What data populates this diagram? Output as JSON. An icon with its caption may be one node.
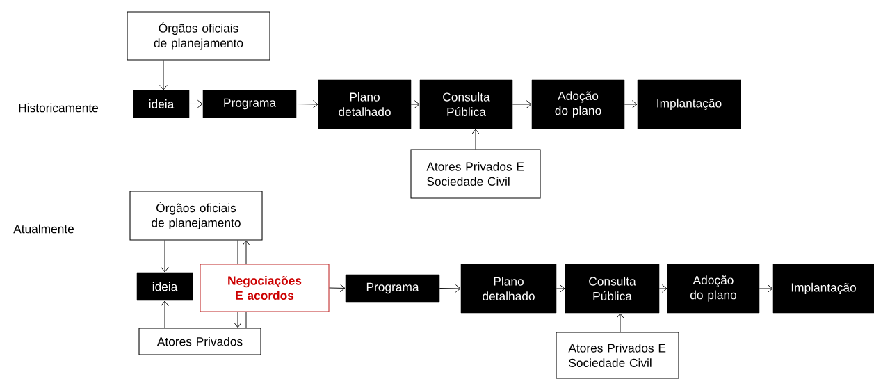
{
  "diagram": {
    "nodes": [
      {
        "text": [
          "Órgãos oficiais de planejamento"
        ]
      },
      {
        "text": [
          "ideia"
        ]
      },
      {
        "text": [
          "Programa"
        ]
      },
      {
        "text": [
          "Plano detalhado"
        ]
      },
      {
        "text": [
          "Consulta Pública"
        ]
      },
      {
        "text": [
          "Adoção do plano"
        ]
      },
      {
        "text": [
          "Implantação"
        ]
      },
      {
        "text": [
          "Atores Privados E Sociedade Civil"
        ]
      },
      {
        "text": [
          "Órgãos oficiais de planejamento"
        ]
      },
      {
        "text": [
          "ideia"
        ]
      },
      {
        "text": [
          "Negociações E acordos"
        ]
      },
      {
        "text": [
          "Atores Privados"
        ]
      },
      {
        "text": [
          "Programa"
        ]
      },
      {
        "text": [
          "Plano detalhado"
        ]
      },
      {
        "text": [
          "Consulta Pública"
        ]
      },
      {
        "text": [
          "Adoção do plano"
        ]
      },
      {
        "text": [
          "Implantação"
        ]
      },
      {
        "text": [
          "Atores Privados E Sociedade Civil"
        ]
      }
    ],
    "edges": [
      {
        "from": 0,
        "to": 1,
        "arrow": "to"
      },
      {
        "from": 1,
        "to": 2,
        "arrow": "to"
      },
      {
        "from": 2,
        "to": 3,
        "arrow": "to"
      },
      {
        "from": 3,
        "to": 4,
        "arrow": "to"
      },
      {
        "from": 4,
        "to": 5,
        "arrow": "to"
      },
      {
        "from": 5,
        "to": 6,
        "arrow": "to"
      },
      {
        "from": 7,
        "to": 4,
        "arrow": "to"
      },
      {
        "from": 8,
        "to": 9,
        "arrow": "to"
      },
      {
        "from": 11,
        "to": 9,
        "arrow": "to"
      },
      {
        "from": 8,
        "to": 10,
        "arrow": "none"
      },
      {
        "from": 10,
        "to": 8,
        "arrow": "to"
      },
      {
        "from": 10,
        "to": 11,
        "arrow": "to"
      },
      {
        "from": 11,
        "to": 10,
        "arrow": "none"
      },
      {
        "from": 10,
        "to": 12,
        "arrow": "to"
      },
      {
        "from": 12,
        "to": 13,
        "arrow": "to"
      },
      {
        "from": 13,
        "to": 14,
        "arrow": "to"
      },
      {
        "from": 14,
        "to": 15,
        "arrow": "to"
      },
      {
        "from": 15,
        "to": 16,
        "arrow": "to"
      },
      {
        "from": 17,
        "to": 14,
        "arrow": "to"
      }
    ],
    "labels": [
      "Historicamente",
      "Atualmente"
    ]
  }
}
